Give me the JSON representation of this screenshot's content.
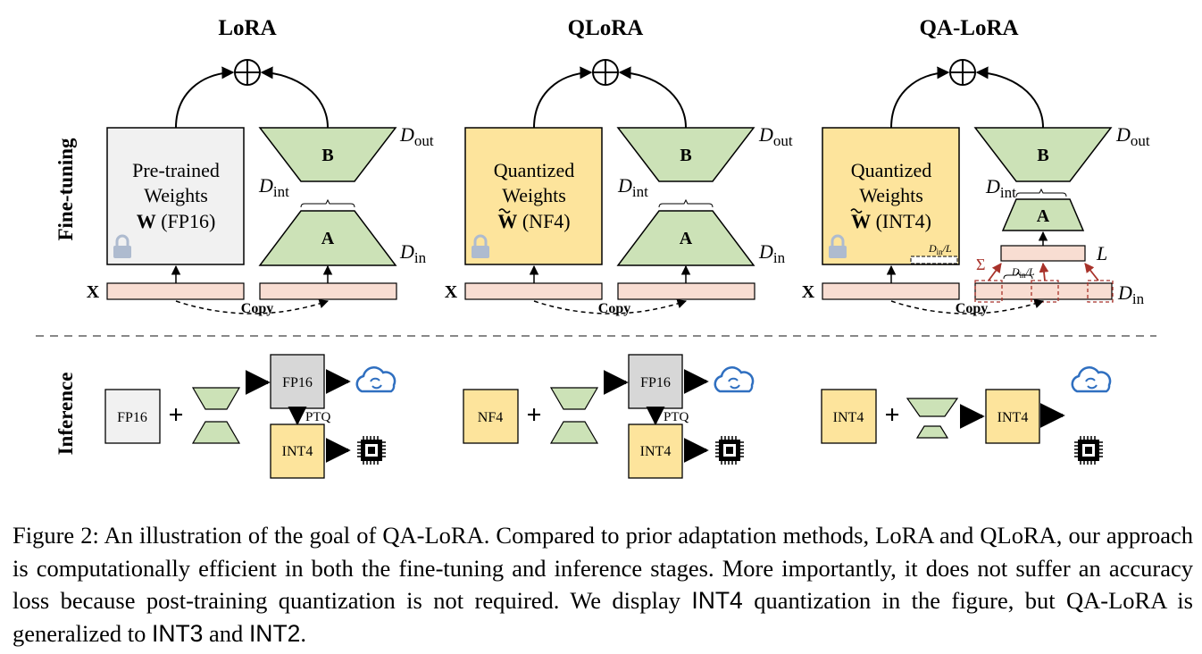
{
  "colors": {
    "frozen_fp16": "#f1f1f1",
    "quantized": "#fde49c",
    "adapter": "#cce2b7",
    "input": "#f8ddd2",
    "ptq_block": "#d7d7d7",
    "group_dashed": "#a8322a",
    "cloud": "#2f6fc0",
    "lock": "#aebbcf"
  },
  "sections": {
    "fine_tuning_label": "Fine-tuning",
    "inference_label": "Inference"
  },
  "columns": [
    {
      "title": "LoRA",
      "weights_lines": [
        "Pre-trained",
        "Weights"
      ],
      "weights_symbol": "W",
      "weights_format": " (FP16)",
      "input_label": "X",
      "copy_label": "Copy",
      "b_label": "B",
      "a_label": "A",
      "d_out": "D",
      "d_out_sub": "out",
      "d_int": "D",
      "d_int_sub": "int",
      "d_in": "D",
      "d_in_sub": "in",
      "inference": {
        "base": "FP16",
        "merged": "FP16",
        "ptq": "PTQ",
        "quantized": "INT4",
        "cloud_icon": "cloud-sync-icon",
        "chip_icon": "chip-icon"
      }
    },
    {
      "title": "QLoRA",
      "weights_lines": [
        "Quantized",
        "Weights"
      ],
      "weights_symbol": "W",
      "weights_format": " (NF4)",
      "input_label": "X",
      "copy_label": "Copy",
      "b_label": "B",
      "a_label": "A",
      "d_out": "D",
      "d_out_sub": "out",
      "d_int": "D",
      "d_int_sub": "int",
      "d_in": "D",
      "d_in_sub": "in",
      "inference": {
        "base": "NF4",
        "merged": "FP16",
        "ptq": "PTQ",
        "quantized": "INT4",
        "cloud_icon": "cloud-sync-icon",
        "chip_icon": "chip-icon"
      }
    },
    {
      "title": "QA-LoRA",
      "weights_lines": [
        "Quantized",
        "Weights"
      ],
      "weights_symbol": "W",
      "weights_format": " (INT4)",
      "input_label": "X",
      "copy_label": "Copy",
      "b_label": "B",
      "a_label": "A",
      "d_out": "D",
      "d_out_sub": "out",
      "d_int": "D",
      "d_int_sub": "int",
      "d_in": "D",
      "d_in_sub": "in",
      "group_label": "L",
      "group_size": "D",
      "group_size_sub": "in",
      "group_size_tail": "/L",
      "sum_symbol": "Σ",
      "inference": {
        "base": "INT4",
        "merged": "INT4",
        "cloud_icon": "cloud-sync-icon",
        "chip_icon": "chip-icon"
      }
    }
  ],
  "caption": {
    "label": "Figure 2:",
    "part1": " An illustration of the goal of QA-LoRA. Compared to prior adaptation methods, LoRA and QLoRA, our approach is computationally efficient in both the fine-tuning and inference stages. More importantly, it does not suffer an accuracy loss because post-training quantization is not required. We display ",
    "int4": "INT4",
    "part2": " quantization in the figure, but QA-LoRA is generalized to ",
    "int3": "INT3",
    "part3": " and ",
    "int2": "INT2",
    "part4": "."
  }
}
